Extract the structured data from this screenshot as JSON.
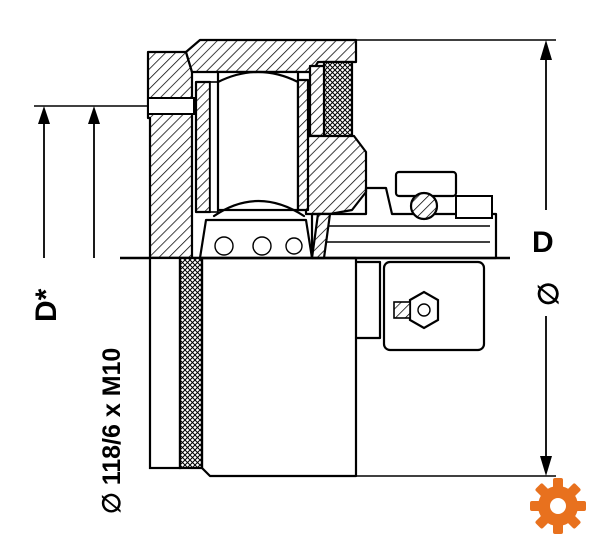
{
  "drawing": {
    "label_d_star": "D*",
    "label_bolt_circle": "∅ 118/6 x M10",
    "label_d": "D",
    "label_d_phi": "∅"
  },
  "colors": {
    "line": "#000000",
    "background": "#ffffff",
    "brand_gear": "#e8711e"
  },
  "icons": {
    "brand_logo": "gear-icon"
  }
}
